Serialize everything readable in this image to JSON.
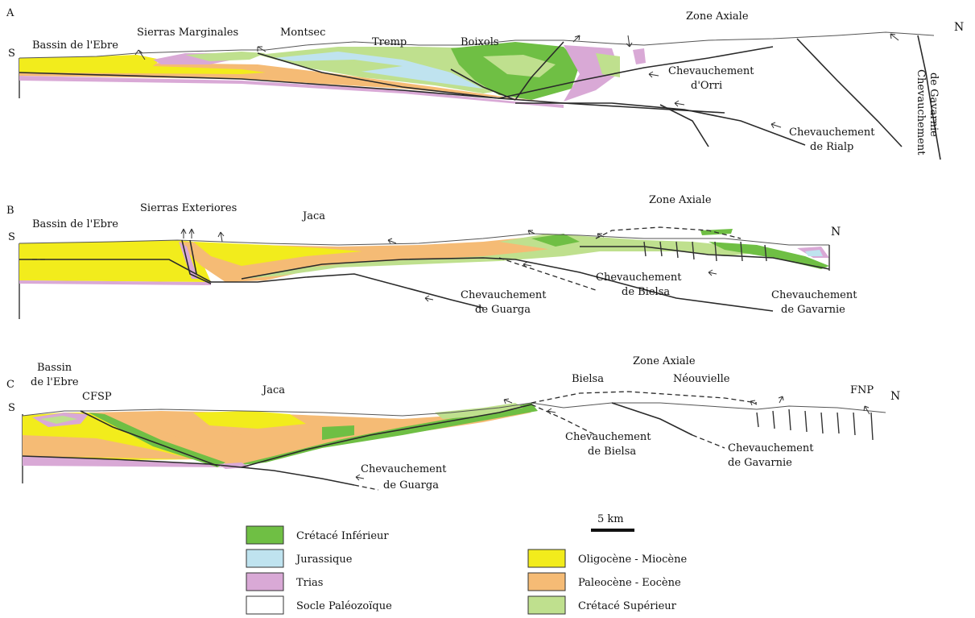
{
  "sections": {
    "A": {
      "letter": "A",
      "S": "S",
      "N": "N",
      "basin": "Bassin de l'Ebre",
      "sierras": "Sierras Marginales",
      "montsec": "Montsec",
      "tremp": "Tremp",
      "boixols": "Boixols",
      "zone_axiale": "Zone Axiale",
      "orri_1": "Chevauchement",
      "orri_2": "d'Orri",
      "rialp_1": "Chevauchement",
      "rialp_2": "de Rialp",
      "gavarnie_1": "Chevauchement",
      "gavarnie_2": "de Gavarnie"
    },
    "B": {
      "letter": "B",
      "S": "S",
      "N": "N",
      "basin": "Bassin de l'Ebre",
      "sierras": "Sierras Exteriores",
      "jaca": "Jaca",
      "zone_axiale": "Zone Axiale",
      "guarga_1": "Chevauchement",
      "guarga_2": "de Guarga",
      "bielsa_1": "Chevauchement",
      "bielsa_2": "de Bielsa",
      "gavarnie_1": "Chevauchement",
      "gavarnie_2": "de Gavarnie"
    },
    "C": {
      "letter": "C",
      "S": "S",
      "N": "N",
      "basin_1": "Bassin",
      "basin_2": "de l'Ebre",
      "cfsp": "CFSP",
      "jaca": "Jaca",
      "zone_axiale": "Zone Axiale",
      "bielsa": "Bielsa",
      "neouvielle": "Néouvielle",
      "fnp": "FNP",
      "bielsa_thr_1": "Chevauchement",
      "bielsa_thr_2": "de Bielsa",
      "gavarnie_1": "Chevauchement",
      "gavarnie_2": "de Gavarnie",
      "guarga_1": "Chevauchement",
      "guarga_2": "de Guarga"
    }
  },
  "scale_bar": {
    "label": "5 km"
  },
  "legend": [
    {
      "label": "Crétacé Inférieur",
      "color": "#6fbf44"
    },
    {
      "label": "Jurassique",
      "color": "#bfe3ef"
    },
    {
      "label": "Trias",
      "color": "#d9a9d6"
    },
    {
      "label": "Socle Paléozoïque",
      "color": "#ffffff"
    },
    {
      "label": "Oligocène - Miocène",
      "color": "#f2ec1c"
    },
    {
      "label": "Paleocène - Eocène",
      "color": "#f5bb75"
    },
    {
      "label": "Crétacé Supérieur",
      "color": "#bfe08e"
    }
  ],
  "colors": {
    "oligo_miocene": "#f2ec1c",
    "paleo_eocene": "#f5bb75",
    "cret_sup": "#bfe08e",
    "cret_inf": "#6fbf44",
    "jurassique": "#bfe3ef",
    "trias": "#d9a9d6",
    "socle": "#ffffff"
  }
}
